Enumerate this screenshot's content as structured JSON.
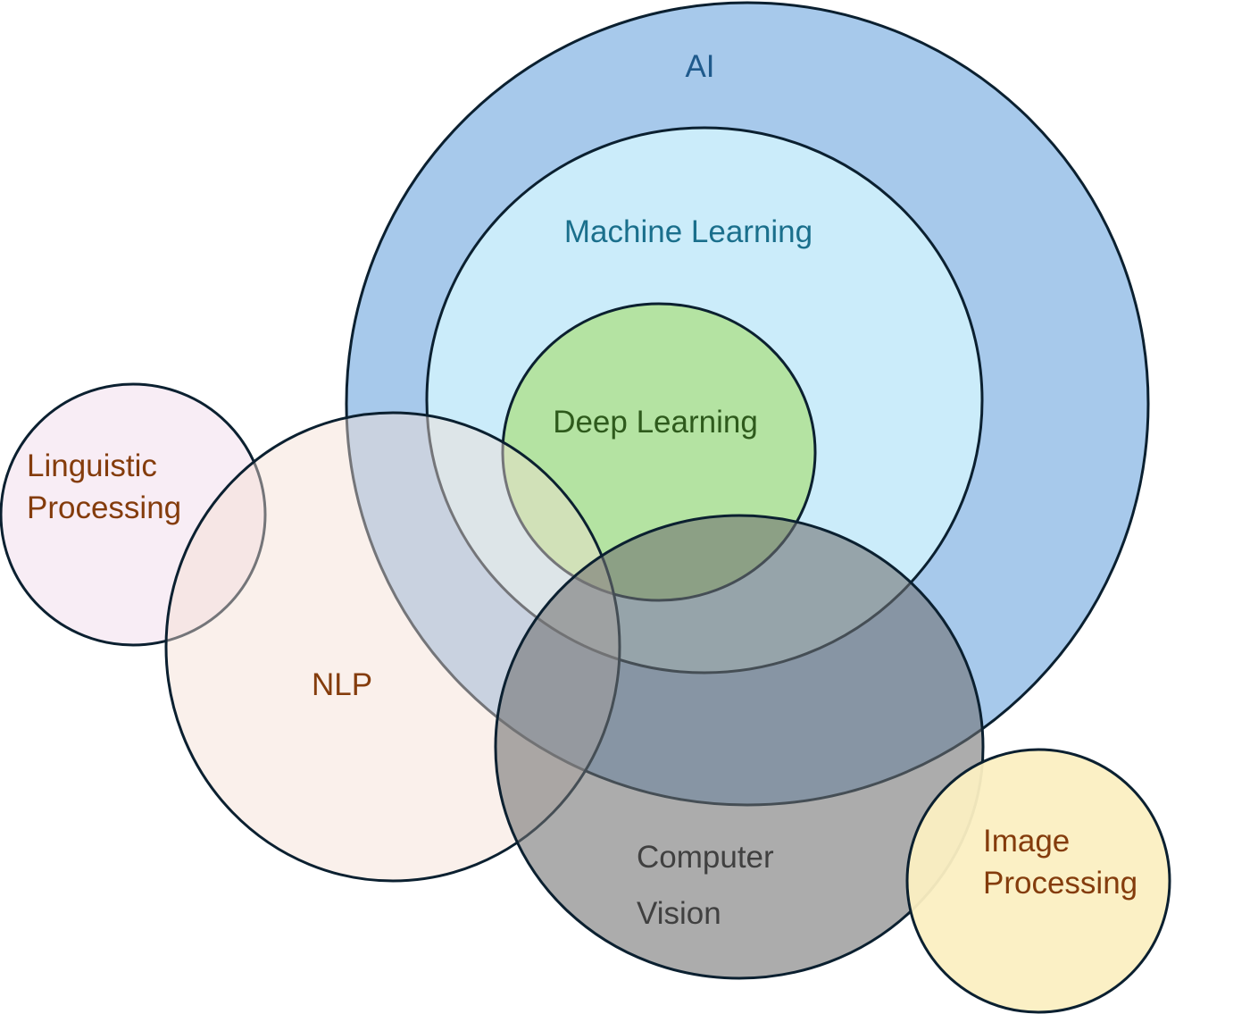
{
  "colors": {
    "outline": "#0b2030",
    "ai_fill": "#a7c9eb",
    "ml_fill": "#cbecfa",
    "dl_fill": "#b4e3a2",
    "linguistic_fill": "#f8edf5",
    "nlp_fill": "#f5ddd2",
    "cv_fill": "#707070",
    "image_fill": "#fbefc2",
    "ai_text": "#1f5a8c",
    "ml_text": "#1a6f8c",
    "dl_text": "#2e5a1c",
    "brown_text": "#843c0c",
    "cv_text": "#404040"
  },
  "labels": {
    "ai": "AI",
    "machine_learning": "Machine Learning",
    "deep_learning": "Deep Learning",
    "linguistic_line1": "Linguistic",
    "linguistic_line2": "Processing",
    "nlp": "NLP",
    "computer_vision_line1": "Computer",
    "computer_vision_line2": "Vision",
    "image_line1": "Image",
    "image_line2": "Processing"
  }
}
